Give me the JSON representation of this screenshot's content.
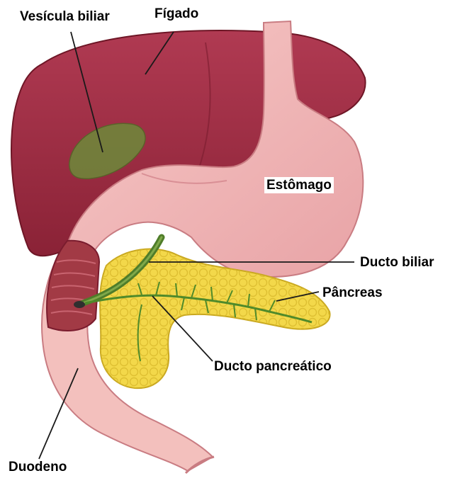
{
  "labels": {
    "vesicula": "Vesícula biliar",
    "figado": "Fígado",
    "estomago": "Estômago",
    "ducto_biliar": "Ducto biliar",
    "pancreas": "Pâncreas",
    "ducto_pancreatico": "Ducto pancreático",
    "duodeno": "Duodeno"
  },
  "colors": {
    "liver": "#9e2a3f",
    "liver_dark": "#7a1c2e",
    "stomach": "#f2b8b8",
    "stomach_shade": "#e59a9e",
    "pancreas": "#f3d84a",
    "pancreas_shade": "#d9b92c",
    "bile_duct": "#4f7d2a",
    "gallbladder": "#6d8a3a",
    "duodenum_inner": "#a23a45"
  }
}
